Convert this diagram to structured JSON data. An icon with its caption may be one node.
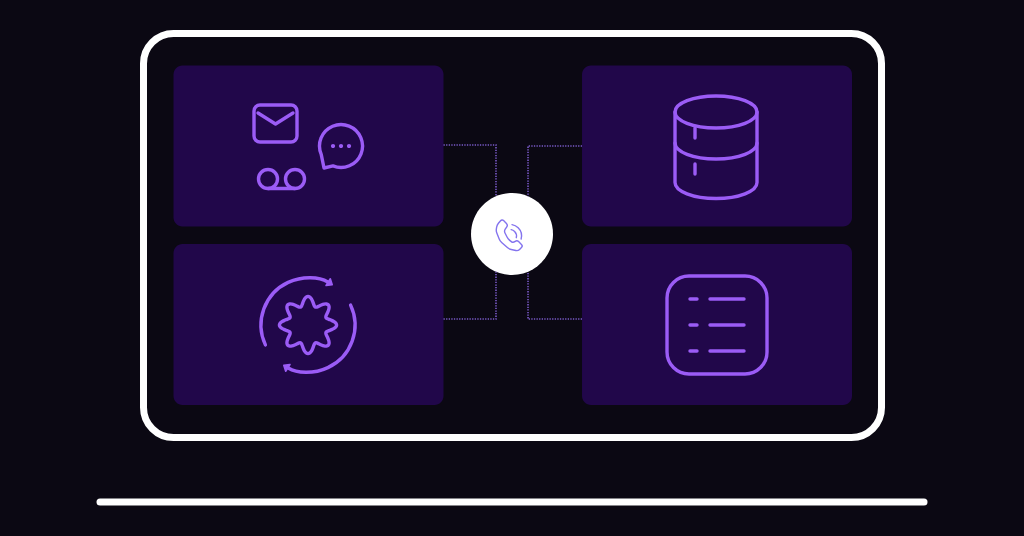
{
  "diagram": {
    "nodes": [
      {
        "text": [],
        "shape": "box"
      },
      {
        "text": [],
        "shape": "box"
      },
      {
        "text": [],
        "shape": "circle"
      },
      {
        "text": [],
        "shape": "box"
      },
      {
        "text": [],
        "shape": "box"
      }
    ],
    "edges": [
      {
        "from": 0,
        "to": 2,
        "arrow": "none",
        "style": "dashed"
      },
      {
        "from": 1,
        "to": 2,
        "arrow": "none",
        "style": "dashed"
      },
      {
        "from": 3,
        "to": 2,
        "arrow": "none",
        "style": "dashed"
      },
      {
        "from": 4,
        "to": 2,
        "arrow": "none",
        "style": "dashed"
      }
    ]
  }
}
